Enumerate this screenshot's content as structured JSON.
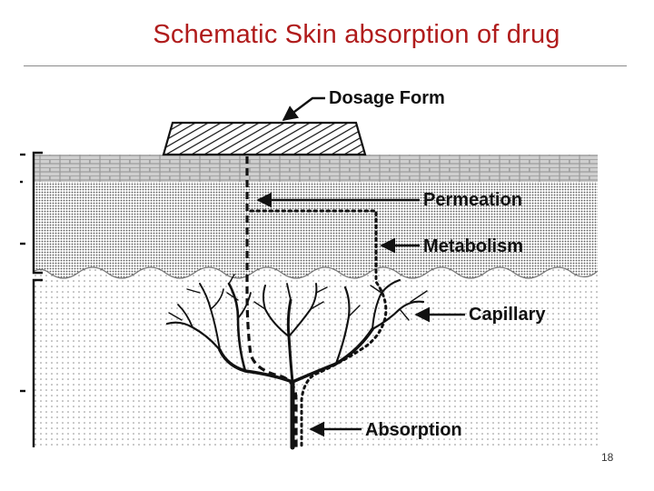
{
  "slide": {
    "title": "Schematic Skin absorption of drug",
    "page_number": "18"
  },
  "diagram": {
    "labels": {
      "dosage_form": "Dosage Form",
      "permeation": "Permeation",
      "metabolism": "Metabolism",
      "capillary": "Capillary",
      "absorption": "Absorption"
    }
  },
  "colors": {
    "title": "#b01c1c",
    "ink": "#111111"
  }
}
